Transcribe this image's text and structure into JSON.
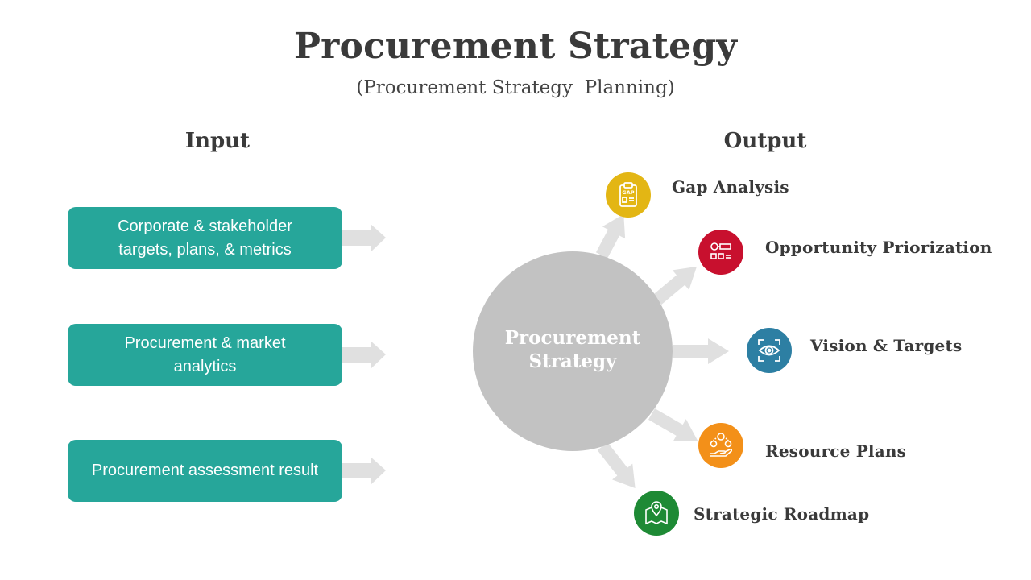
{
  "header": {
    "title": "Procurement Strategy",
    "subtitle": "(Procurement Strategy  Planning)"
  },
  "input": {
    "heading": "Input",
    "items": [
      {
        "line1": "Corporate & stakeholder",
        "line2": "targets, plans, & metrics"
      },
      {
        "line1": "Procurement & market",
        "line2": "analytics"
      },
      {
        "line1": "Procurement assessment result",
        "line2": ""
      }
    ]
  },
  "hub": {
    "line1": "Procurement",
    "line2": "Strategy"
  },
  "output": {
    "heading": "Output",
    "items": [
      {
        "label": "Gap Analysis",
        "icon": "clipboard-icon",
        "color": "#e3b614"
      },
      {
        "label": "Opportunity Priorization",
        "icon": "list-priority-icon",
        "color": "#c8102e"
      },
      {
        "label": "Vision & Targets",
        "icon": "eye-target-icon",
        "color": "#2d7fa3"
      },
      {
        "label": "Resource Plans",
        "icon": "hand-resources-icon",
        "color": "#f39019"
      },
      {
        "label": "Strategic Roadmap",
        "icon": "map-pin-icon",
        "color": "#1e8a35"
      }
    ]
  },
  "colors": {
    "input_box": "#26a69a",
    "hub": "#c2c2c2",
    "arrow": "#e0e0e0",
    "text": "#3a3a3a"
  },
  "icon_glyphs": {
    "clipboard_text": "GAP"
  }
}
